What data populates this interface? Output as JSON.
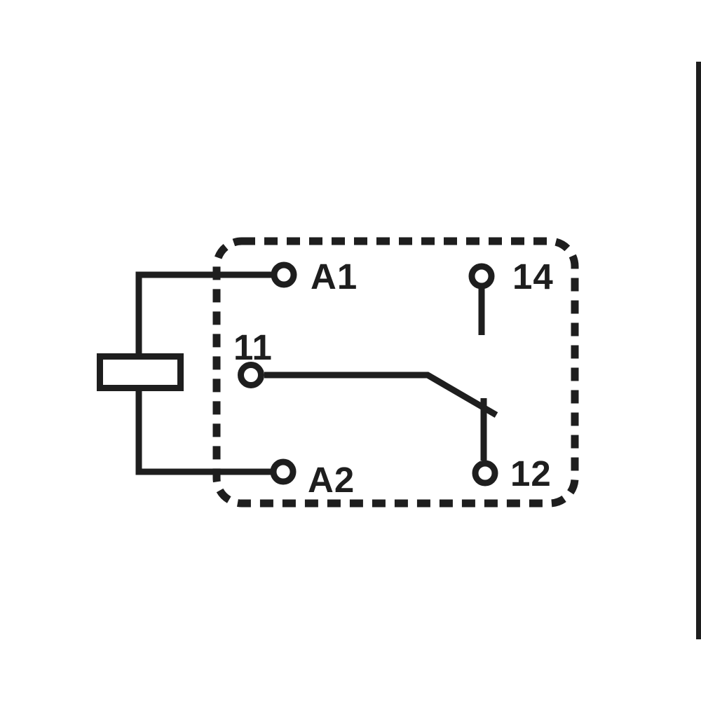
{
  "page": {
    "background": "#ffffff",
    "ink": "#1e1e1e"
  },
  "diagram": {
    "kind": "relay-pinout-schematic",
    "terminals": [
      {
        "label": "A1"
      },
      {
        "label": "14"
      },
      {
        "label": "11"
      },
      {
        "label": "A2"
      },
      {
        "label": "12"
      }
    ]
  }
}
